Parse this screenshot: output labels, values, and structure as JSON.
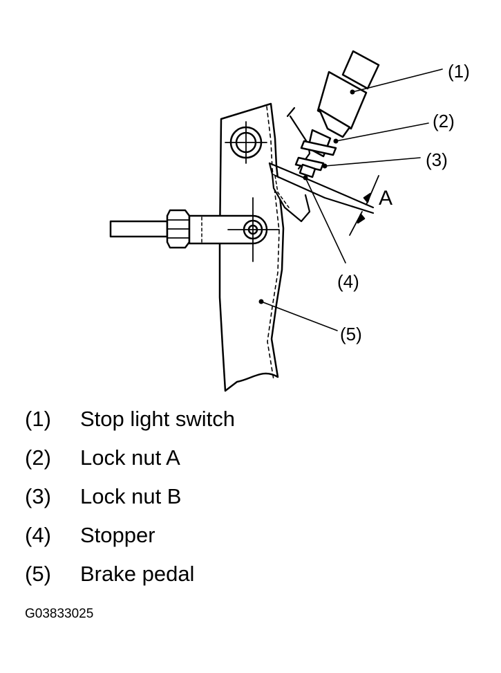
{
  "callouts": [
    {
      "num": "(1)",
      "label": "Stop light switch"
    },
    {
      "num": "(2)",
      "label": "Lock nut A"
    },
    {
      "num": "(3)",
      "label": "Lock nut B"
    },
    {
      "num": "(4)",
      "label": "Stopper"
    },
    {
      "num": "(5)",
      "label": "Brake pedal"
    }
  ],
  "dimension_label": "A",
  "figure_code": "G03833025"
}
